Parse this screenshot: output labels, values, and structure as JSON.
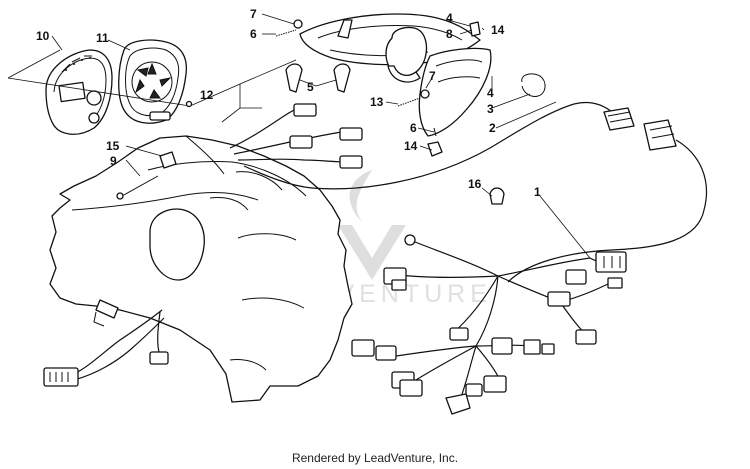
{
  "watermark": {
    "text": "LEADVENTURE"
  },
  "footer": {
    "text": "Rendered by LeadVenture, Inc."
  },
  "callouts": {
    "c1": "1",
    "c2": "2",
    "c3": "3",
    "c4a": "4",
    "c4b": "4",
    "c5": "5",
    "c6a": "6",
    "c6b": "6",
    "c7a": "7",
    "c7b": "7",
    "c8": "8",
    "c9": "9",
    "c10": "10",
    "c11": "11",
    "c12": "12",
    "c13": "13",
    "c14a": "14",
    "c14b": "14",
    "c15": "15",
    "c16": "16"
  }
}
